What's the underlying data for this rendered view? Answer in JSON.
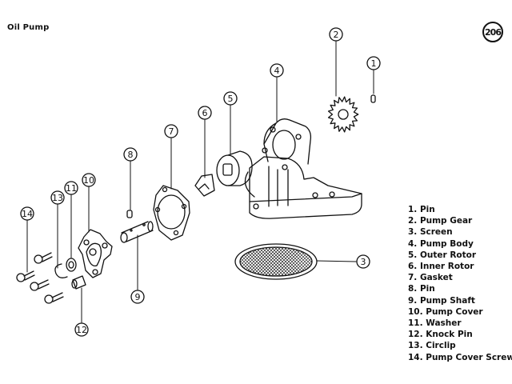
{
  "title": "Oil Pump",
  "page_number": "206",
  "callouts": [
    {
      "num": "1",
      "part": "pin"
    },
    {
      "num": "2",
      "part": "pump-gear"
    },
    {
      "num": "3",
      "part": "screen"
    },
    {
      "num": "4",
      "part": "pump-body"
    },
    {
      "num": "5",
      "part": "outer-rotor"
    },
    {
      "num": "6",
      "part": "inner-rotor"
    },
    {
      "num": "7",
      "part": "gasket"
    },
    {
      "num": "8",
      "part": "pin"
    },
    {
      "num": "9",
      "part": "pump-shaft"
    },
    {
      "num": "10",
      "part": "pump-cover"
    },
    {
      "num": "11",
      "part": "washer"
    },
    {
      "num": "12",
      "part": "knock-pin"
    },
    {
      "num": "13",
      "part": "circlip"
    },
    {
      "num": "14",
      "part": "pump-cover-screw"
    }
  ],
  "legend": [
    "1. Pin",
    "2. Pump Gear",
    "3. Screen",
    "4. Pump Body",
    "5. Outer Rotor",
    "6. Inner Rotor",
    "7. Gasket",
    "8. Pin",
    "9. Pump Shaft",
    "10. Pump Cover",
    "11. Washer",
    "12. Knock Pin",
    "13. Circlip",
    "14. Pump Cover Screw"
  ]
}
